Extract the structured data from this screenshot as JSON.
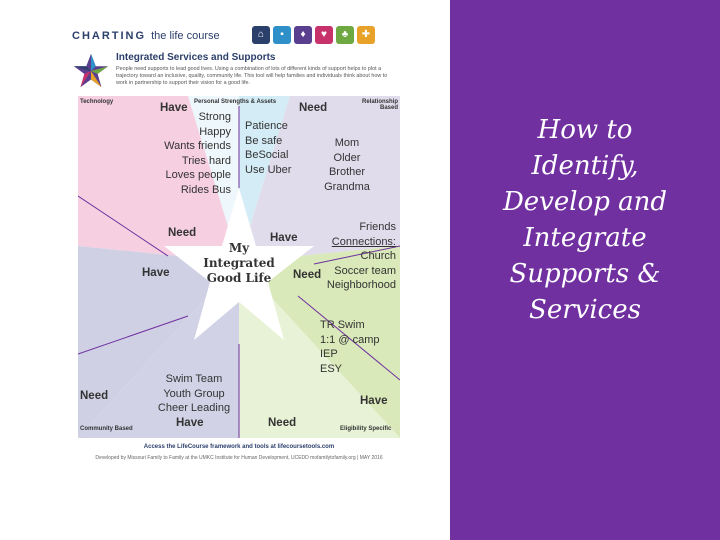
{
  "side_panel": {
    "title_lines": [
      "How to",
      "Identify,",
      "Develop and",
      "Integrate",
      "Supports  &",
      "Services"
    ]
  },
  "document": {
    "logo_bold": "CHARTING",
    "logo_thin": "the life course",
    "subtitle": "Integrated Services and Supports",
    "description": "People need supports to lead good lives. Using a combination of lots of different kinds of support helps to plot a trajectory toward an inclusive, quality, community life. This tool will help families and individuals think about how to work in partnership to support their vision for a good life.",
    "categories": {
      "technology": "Technology",
      "personal": "Personal Strengths & Assets",
      "relationship": "Relationship Based",
      "community": "Community Based",
      "eligibility": "Eligibility Specific"
    },
    "center_lines": [
      "My",
      "Integrated",
      "Good Life"
    ],
    "personal_have_label": "Have",
    "personal_need_label": "Need",
    "personal_have": [
      "Strong",
      "Happy",
      "Wants friends",
      "Tries hard",
      "Loves people",
      "Rides Bus"
    ],
    "personal_need": [
      "Patience",
      "Be safe",
      "BeSocial",
      "Use Uber"
    ],
    "relationship_top": [
      "Mom",
      "Older",
      "Brother",
      "Grandma"
    ],
    "relationship_have_label": "Have",
    "relationship_need_label": "Need",
    "relationship_bottom": [
      "Friends",
      "Connections:",
      "Church",
      "Soccer team",
      "Neighborhood"
    ],
    "technology_need_label": "Need",
    "technology_have_label": "Have",
    "eligibility_items": [
      "TR Swim",
      "1:1 @ camp",
      "IEP",
      "ESY"
    ],
    "eligibility_have_label": "Have",
    "eligibility_need_label": "Need",
    "community_items": [
      "Swim Team",
      "Youth Group",
      "Cheer Leading"
    ],
    "community_have_label": "Have",
    "community_need_label": "Need",
    "footer_main": "Access the LifeCourse framework and tools at lifecoursetools.com",
    "footer_credit": "Developed by Missouri Family to Family at the UMKC Institute for Human Development, UCEDD  mofamilytofamily.org  |  MAY 2016"
  },
  "colors": {
    "side_bg": "#7030a0",
    "technology": "#f6cfe0",
    "personal": "#d3ecf5",
    "relationship": "#e1dcec",
    "community": "#d1d2e6",
    "eligibility": "#d9e9b9",
    "logo_navy": "#2b3f6b"
  }
}
